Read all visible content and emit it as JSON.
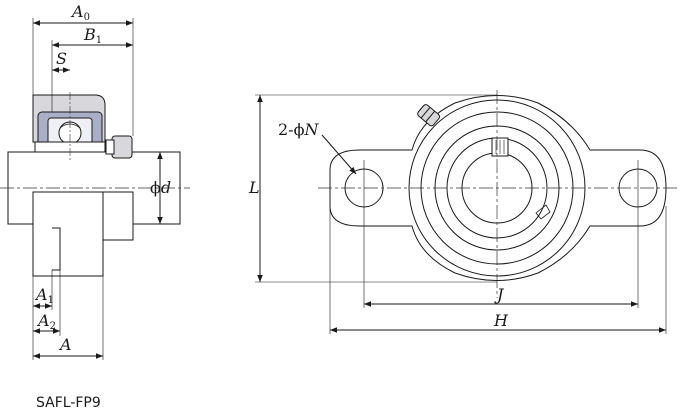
{
  "title": "SAFL-FP9",
  "side_view": {
    "dims": {
      "A0": {
        "letter": "A",
        "sub": "0"
      },
      "B1": {
        "letter": "B",
        "sub": "1"
      },
      "S": {
        "letter": "S"
      },
      "d": {
        "prefix": "ϕ",
        "letter": "d"
      },
      "A1": {
        "letter": "A",
        "sub": "1"
      },
      "A2": {
        "letter": "A",
        "sub": "2"
      },
      "A": {
        "letter": "A"
      }
    }
  },
  "front_view": {
    "dims": {
      "N": {
        "prefix": "2-ϕ",
        "letter": "N"
      },
      "L": {
        "letter": "L"
      },
      "J": {
        "letter": "J"
      },
      "H": {
        "letter": "H"
      }
    }
  },
  "colors": {
    "housing": "#d8d8dc",
    "insert": "#a9afc6",
    "line": "#1a1a1a",
    "center_line": "#333333"
  }
}
